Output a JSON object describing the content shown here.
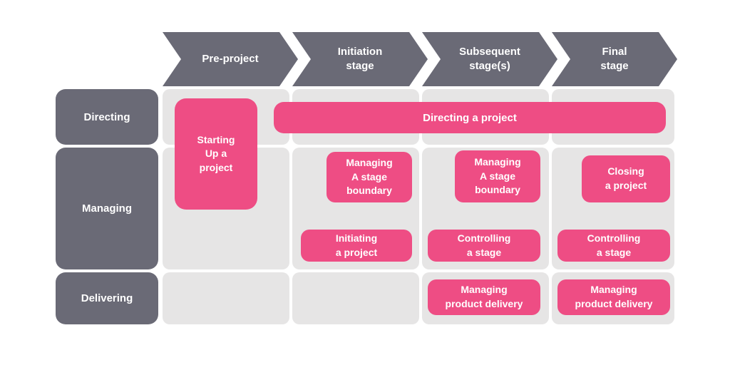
{
  "stages": [
    {
      "label": "Pre-project"
    },
    {
      "label": "Initiation\nstage"
    },
    {
      "label": "Subsequent\nstage(s)"
    },
    {
      "label": "Final\nstage"
    }
  ],
  "management_levels": [
    {
      "label": "Directing"
    },
    {
      "label": "Managing"
    },
    {
      "label": "Delivering"
    }
  ],
  "processes": [
    {
      "label": "Starting\nUp a\nproject"
    },
    {
      "label": "Directing a project"
    },
    {
      "label": "Managing\nA stage\nboundary"
    },
    {
      "label": "Managing\nA stage\nboundary"
    },
    {
      "label": "Closing\na project"
    },
    {
      "label": "Initiating\na project"
    },
    {
      "label": "Controlling\na stage"
    },
    {
      "label": "Controlling\na stage"
    },
    {
      "label": "Managing\nproduct delivery"
    },
    {
      "label": "Managing\nproduct delivery"
    }
  ],
  "colors": {
    "stage_header": "#6a6a76",
    "row_label": "#6a6a76",
    "process_box": "#ee4d84",
    "grid_cell": "#e6e5e5",
    "text": "#ffffff",
    "background": "#ffffff"
  }
}
